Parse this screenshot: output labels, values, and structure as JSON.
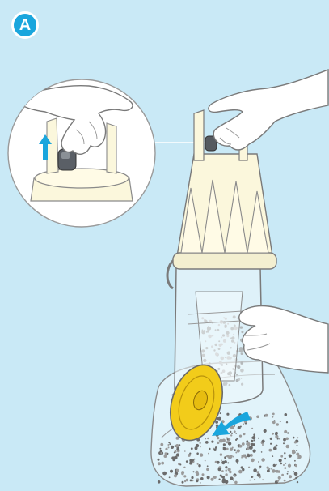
{
  "step_badge": {
    "label": "A"
  },
  "colors": {
    "background": "#c9e9f6",
    "accent": "#1aa6dd",
    "cyclone_cream": "#fbf7dc",
    "filter_yellow": "#f2cc1a",
    "outline": "#6a6a6a"
  },
  "illustration": {
    "inset_detail": "magnified-release-button",
    "main_scene": "emptying-clear-bin-into-bag",
    "icons": [
      "up-arrow-icon",
      "pour-arrow-icon",
      "hand-icon",
      "release-button-icon"
    ]
  }
}
